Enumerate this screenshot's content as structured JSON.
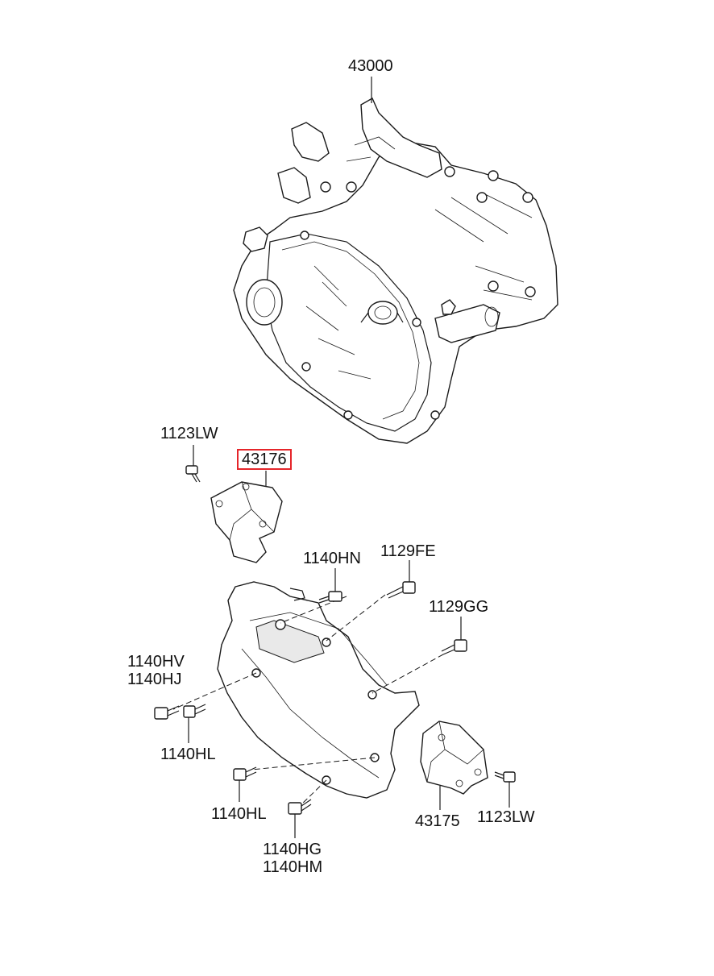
{
  "highlight_color": "#e5252a",
  "labels": {
    "transaxle": "43000",
    "bolt_upper_left": "1123LW",
    "bracket_upper": "43176",
    "bolt_hn": "1140HN",
    "bolt_fe": "1129FE",
    "bolt_gg": "1129GG",
    "bolt_hv": "1140HV",
    "bolt_hj": "1140HJ",
    "bolt_hl_upper": "1140HL",
    "bolt_hl_lower": "1140HL",
    "bolt_hg": "1140HG",
    "bolt_hm": "1140HM",
    "bracket_lower": "43175",
    "bolt_lower_right": "1123LW"
  },
  "highlighted_part": "43176",
  "icons": [
    "transaxle-assembly-icon",
    "bracket-icon",
    "cover-plate-icon",
    "bolt-icon"
  ]
}
